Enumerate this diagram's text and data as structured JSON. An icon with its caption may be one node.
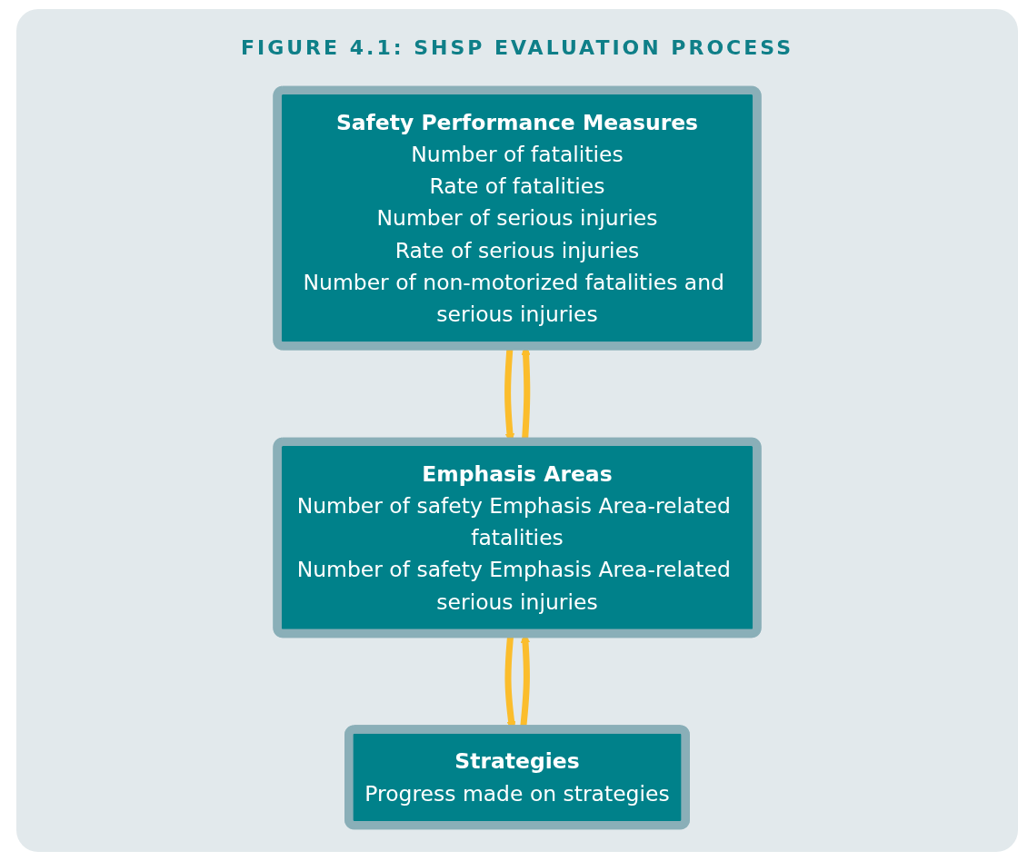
{
  "diagram": {
    "title": "FIGURE 4.1: SHSP EVALUATION PROCESS",
    "nodes": [
      {
        "text": [
          "Safety Performance Measures",
          "Number of fatalities",
          "Rate of fatalities",
          "Number of serious injuries",
          "Rate of serious injuries",
          "Number of non-motorized fatalities and serious injuries"
        ]
      },
      {
        "text": [
          "Emphasis Areas",
          "Number of safety Emphasis Area-related fatalities",
          "Number of safety Emphasis Area-related serious injuries"
        ]
      },
      {
        "text": [
          "Strategies",
          "Progress made on strategies"
        ]
      }
    ],
    "edges": [
      {
        "from": 0,
        "to": 1,
        "arrow": "to"
      },
      {
        "from": 1,
        "to": 0,
        "arrow": "to"
      },
      {
        "from": 1,
        "to": 2,
        "arrow": "to"
      },
      {
        "from": 2,
        "to": 1,
        "arrow": "to"
      }
    ]
  }
}
